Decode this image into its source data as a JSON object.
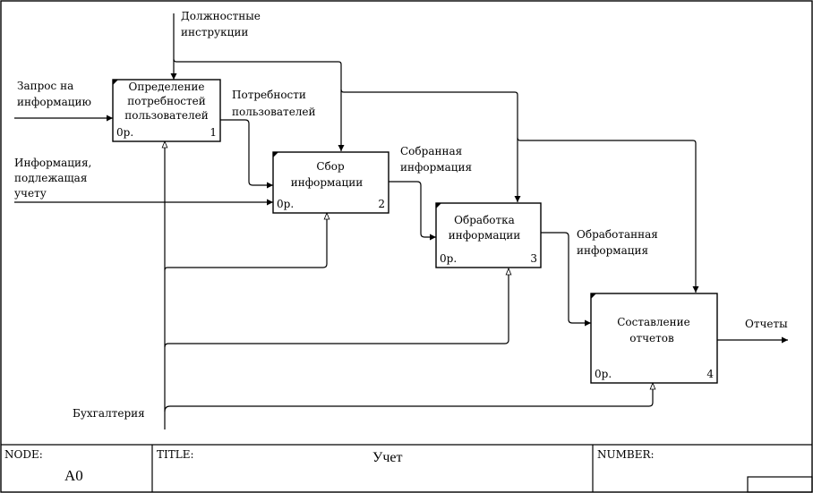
{
  "boxes": [
    {
      "title_lines": [
        "Определение",
        "потребностей",
        "пользователей"
      ],
      "cost": "0р.",
      "number": "1"
    },
    {
      "title_lines": [
        "Сбор",
        "информации"
      ],
      "cost": "0р.",
      "number": "2"
    },
    {
      "title_lines": [
        "Обработка",
        "информации"
      ],
      "cost": "0р.",
      "number": "3"
    },
    {
      "title_lines": [
        "Составление",
        "отчетов"
      ],
      "cost": "0р.",
      "number": "4"
    }
  ],
  "arrow_labels": {
    "control": [
      "Должностные",
      "инструкции"
    ],
    "input_request": [
      "Запрос на",
      "информацию"
    ],
    "input_info": [
      "Информация,",
      "подлежащая",
      "учету"
    ],
    "needs": [
      "Потребности",
      "пользователей"
    ],
    "collected": [
      "Собранная",
      "информация"
    ],
    "processed": [
      "Обработанная",
      "информация"
    ],
    "output": [
      "Отчеты"
    ],
    "mechanism": [
      "Бухгалтерия"
    ]
  },
  "footer": {
    "node_label": "NODE:",
    "node_value": "A0",
    "title_label": "TITLE:",
    "title_value": "Учет",
    "number_label": "NUMBER:"
  }
}
